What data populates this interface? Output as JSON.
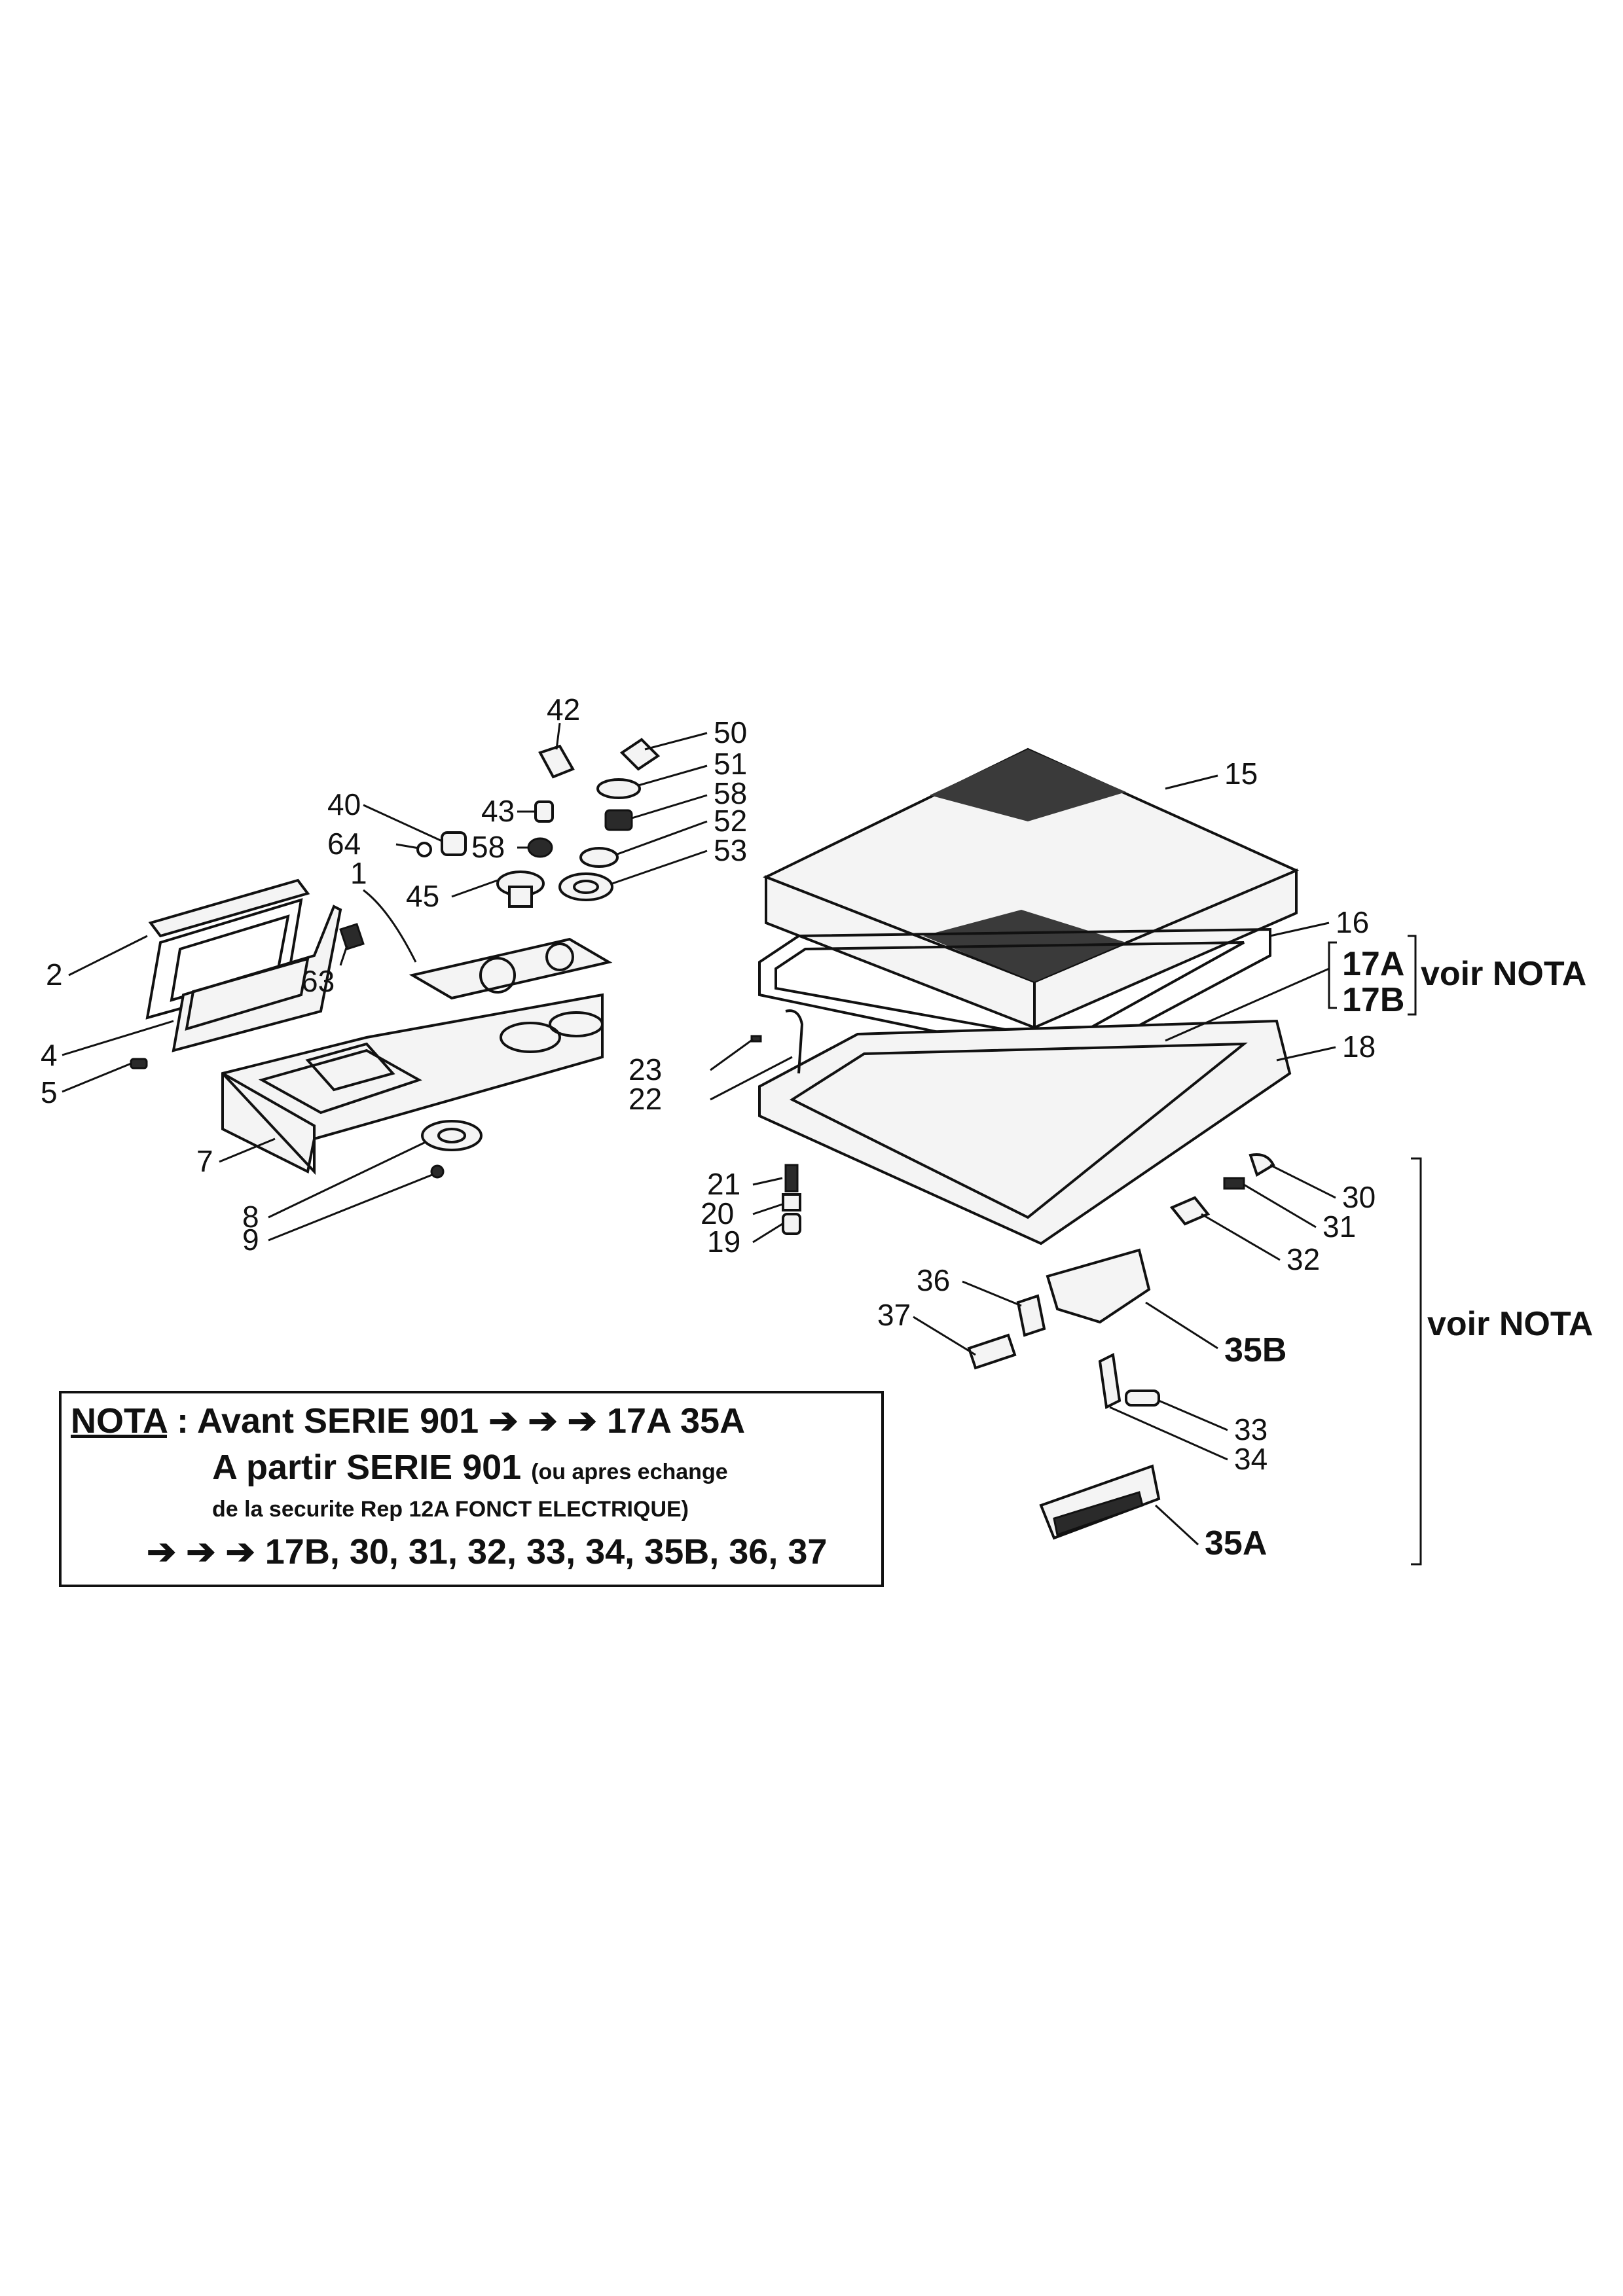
{
  "labels": {
    "p1": "1",
    "p2": "2",
    "p4": "4",
    "p5": "5",
    "p7": "7",
    "p8": "8",
    "p9": "9",
    "p15": "15",
    "p16": "16",
    "p17A": "17A",
    "p17B": "17B",
    "p18": "18",
    "p19": "19",
    "p20": "20",
    "p21": "21",
    "p22": "22",
    "p23": "23",
    "p30": "30",
    "p31": "31",
    "p32": "32",
    "p33": "33",
    "p34": "34",
    "p35A": "35A",
    "p35B": "35B",
    "p36": "36",
    "p37": "37",
    "p40": "40",
    "p42": "42",
    "p43": "43",
    "p45": "45",
    "p50": "50",
    "p51": "51",
    "p52": "52",
    "p53": "53",
    "p58a": "58",
    "p58b": "58",
    "p63": "63",
    "p64": "64",
    "voir_nota_1": "voir NOTA",
    "voir_nota_2": "voir NOTA"
  },
  "nota": {
    "title": "NOTA",
    "colon": ":",
    "line1_text": "Avant SERIE 901",
    "line1_arrows": "➔ ➔ ➔",
    "line1_refs": "17A  35A",
    "line2_text": "A partir SERIE 901",
    "line2_paren": "(ou apres echange",
    "line3_text": "de la securite Rep 12A FONCT ELECTRIQUE)",
    "line4_arrows": "➔ ➔ ➔",
    "line4_refs": "17B, 30, 31, 32, 33, 34, 35B, 36, 37"
  }
}
